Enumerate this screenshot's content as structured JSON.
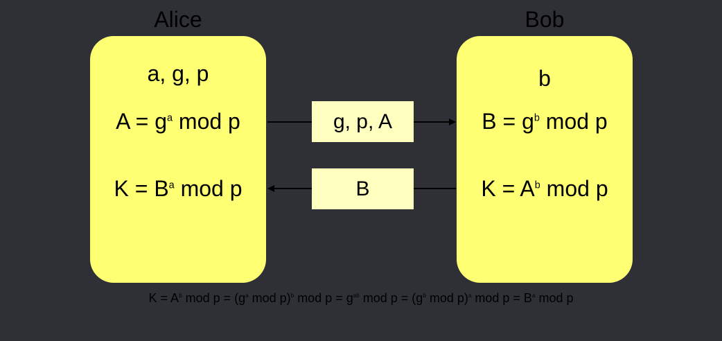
{
  "parties": {
    "alice": {
      "name": "Alice",
      "params": "a, g, p",
      "compute_lhs": "A = g",
      "compute_exp": "a",
      "compute_rhs": " mod p",
      "key_lhs": "K = B",
      "key_exp": "a",
      "key_rhs": " mod p"
    },
    "bob": {
      "name": "Bob",
      "params": "b",
      "compute_lhs": "B = g",
      "compute_exp": "b",
      "compute_rhs": " mod p",
      "key_lhs": "K = A",
      "key_exp": "b",
      "key_rhs": " mod p"
    }
  },
  "messages": {
    "to_bob": "g, p, A",
    "to_alice": "B"
  },
  "equation": {
    "p1": "K = A",
    "e1": "b",
    "p2": " mod p = (g",
    "e2": "a",
    "p3": " mod p)",
    "e3": "b",
    "p4": " mod p = g",
    "e4": "ab",
    "p5": " mod p = (g",
    "e5": "b",
    "p6": " mod p)",
    "e6": "a",
    "p7": " mod p = B",
    "e7": "a",
    "p8": " mod p"
  },
  "colors": {
    "background": "#2e3036",
    "party_box": "#ffff73",
    "message_box": "#ffffc0",
    "line": "#000000"
  }
}
